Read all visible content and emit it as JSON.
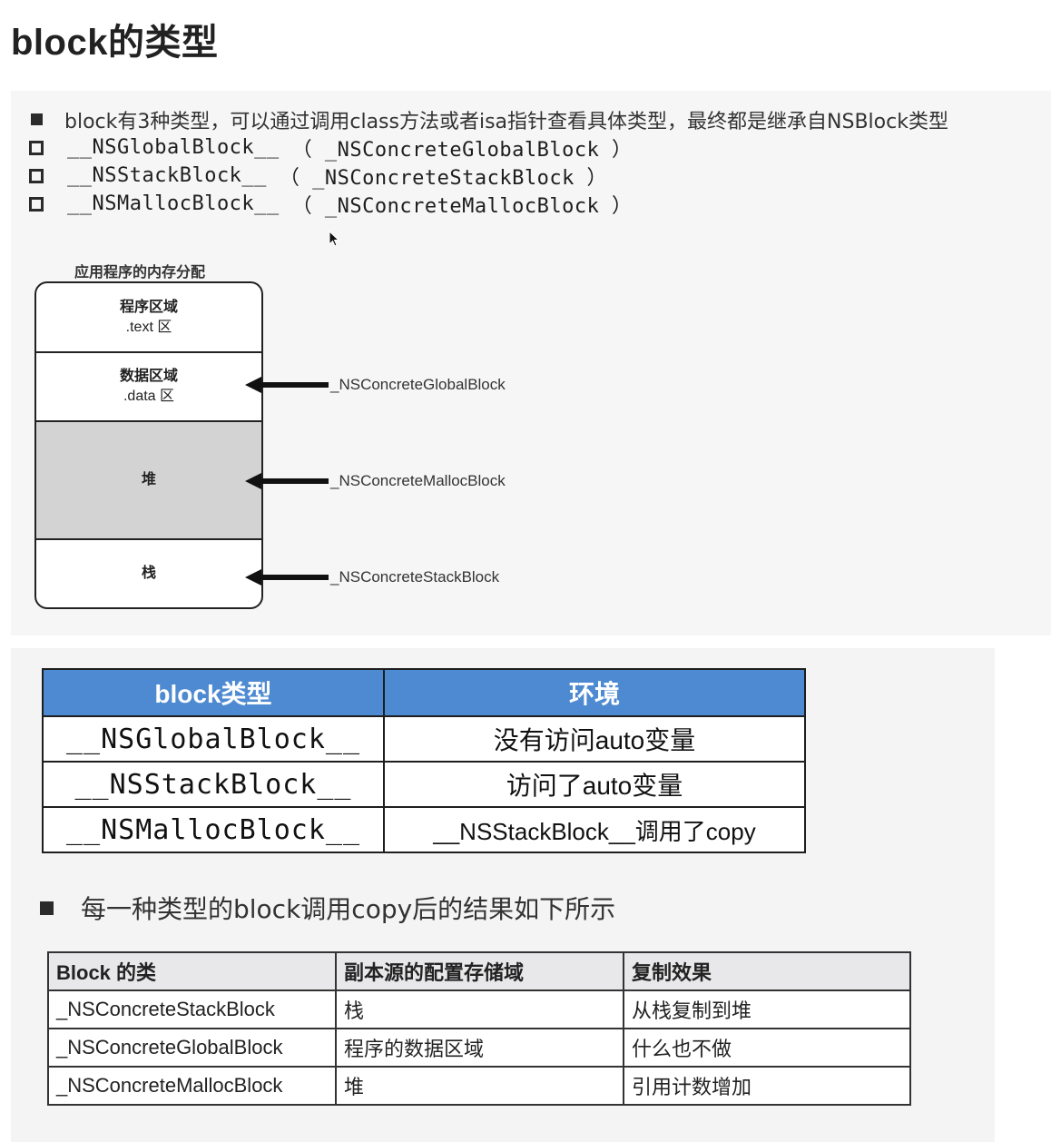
{
  "page": {
    "title": "block的类型"
  },
  "intro": {
    "summary": "block有3种类型，可以通过调用class方法或者isa指针查看具体类型，最终都是继承自NSBlock类型",
    "types": [
      {
        "name": "__NSGlobalBlock__",
        "concrete": "（ _NSConcreteGlobalBlock ）"
      },
      {
        "name": "__NSStackBlock__",
        "concrete": "（ _NSConcreteStackBlock ）"
      },
      {
        "name": "__NSMallocBlock__",
        "concrete": "（ _NSConcreteMallocBlock ）"
      }
    ]
  },
  "memory_diagram": {
    "title": "应用程序的内存分配",
    "segments": [
      {
        "name": "程序区域",
        "sub": ".text 区"
      },
      {
        "name": "数据区域",
        "sub": ".data 区"
      },
      {
        "name": "堆",
        "sub": ""
      },
      {
        "name": "栈",
        "sub": ""
      }
    ],
    "arrows": [
      {
        "target": "数据区域",
        "label": "_NSConcreteGlobalBlock"
      },
      {
        "target": "堆",
        "label": "_NSConcreteMallocBlock"
      },
      {
        "target": "栈",
        "label": "_NSConcreteStackBlock"
      }
    ],
    "heap_color": "#d3d3d3"
  },
  "env_table": {
    "headers": [
      "block类型",
      "环境"
    ],
    "header_color": "#4d8ad1",
    "rows": [
      [
        "__NSGlobalBlock__",
        "没有访问auto变量"
      ],
      [
        "__NSStackBlock__",
        "访问了auto变量"
      ],
      [
        "__NSMallocBlock__",
        "__NSStackBlock__调用了copy"
      ]
    ]
  },
  "copy_section": {
    "bullet": "每一种类型的block调用copy后的结果如下所示",
    "headers": [
      "Block 的类",
      "副本源的配置存储域",
      "复制效果"
    ],
    "rows": [
      [
        "_NSConcreteStackBlock",
        "栈",
        "从栈复制到堆"
      ],
      [
        "_NSConcreteGlobalBlock",
        "程序的数据区域",
        "什么也不做"
      ],
      [
        "_NSConcreteMallocBlock",
        "堆",
        "引用计数增加"
      ]
    ]
  }
}
